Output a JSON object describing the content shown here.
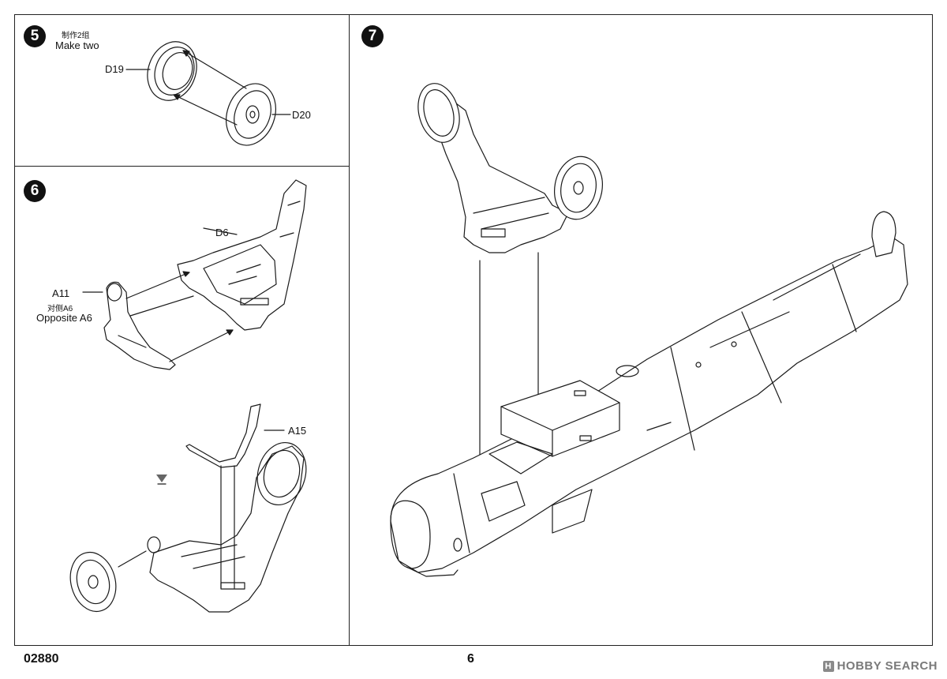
{
  "steps": {
    "s5": {
      "number": "5",
      "note_cn": "制作2组",
      "note_en": "Make two",
      "parts": [
        "D19",
        "D20"
      ]
    },
    "s6": {
      "number": "6",
      "parts": {
        "d6": "D6",
        "a11": "A11",
        "a11_cn": "对侧A6",
        "a11_en": "Opposite A6",
        "a15": "A15"
      }
    },
    "s7": {
      "number": "7"
    }
  },
  "footer": {
    "kit_number": "02880",
    "page_number": "6"
  },
  "watermark": {
    "mark": "H",
    "text": "HOBBY SEARCH"
  }
}
